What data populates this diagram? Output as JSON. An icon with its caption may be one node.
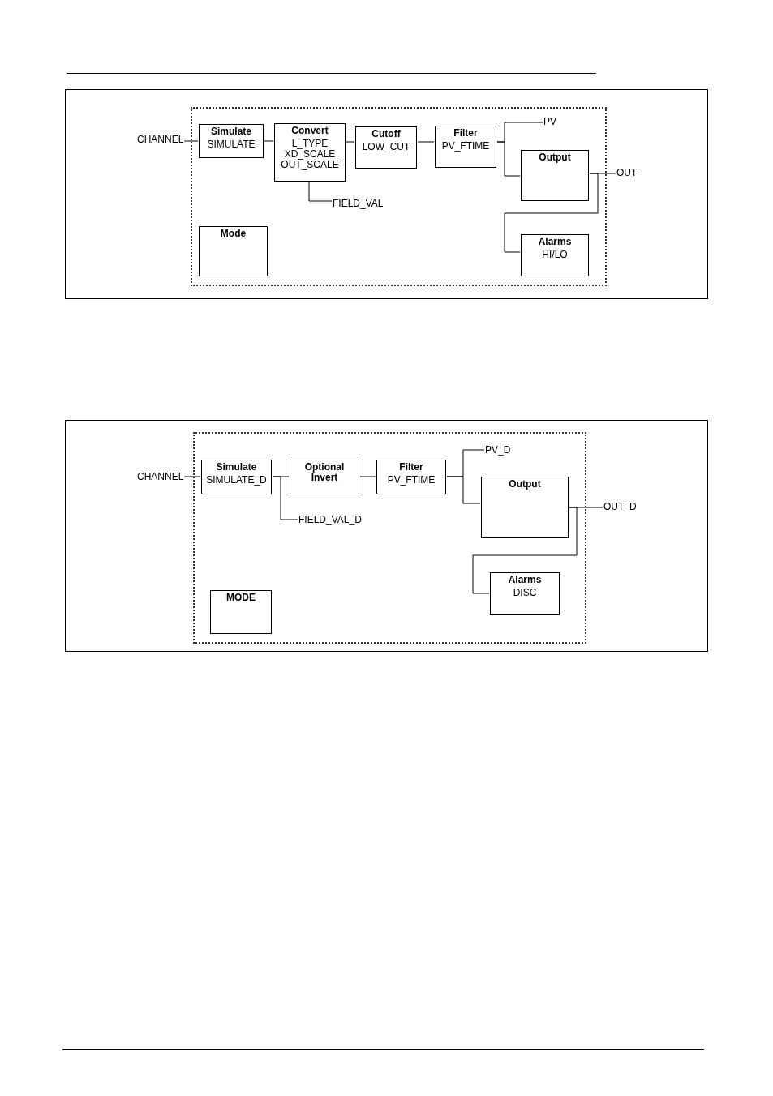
{
  "diagram": {
    "nodes": [
      {
        "text": [
          "CHANNEL"
        ]
      },
      {
        "text": [
          "Simulate",
          "SIMULATE"
        ]
      },
      {
        "text": [
          "Convert",
          "L_TYPE XD_SCALE OUT_SCALE"
        ]
      },
      {
        "text": [
          "Cutoff",
          "LOW_CUT"
        ]
      },
      {
        "text": [
          "Filter",
          "PV_FTIME"
        ]
      },
      {
        "text": [
          "PV"
        ]
      },
      {
        "text": [
          "Output"
        ]
      },
      {
        "text": [
          "OUT"
        ]
      },
      {
        "text": [
          "FIELD_VAL"
        ]
      },
      {
        "text": [
          "Mode"
        ]
      },
      {
        "text": [
          "Alarms",
          "HI/LO"
        ]
      },
      {
        "text": [
          "CHANNEL"
        ]
      },
      {
        "text": [
          "Simulate",
          "SIMULATE_D"
        ]
      },
      {
        "text": [
          "Optional Invert"
        ]
      },
      {
        "text": [
          "Filter",
          "PV_FTIME"
        ]
      },
      {
        "text": [
          "PV_D"
        ]
      },
      {
        "text": [
          "Output"
        ]
      },
      {
        "text": [
          "OUT_D"
        ]
      },
      {
        "text": [
          "FIELD_VAL_D"
        ]
      },
      {
        "text": [
          "MODE"
        ]
      },
      {
        "text": [
          "Alarms",
          "DISC"
        ]
      }
    ],
    "edges": [
      {
        "from": 0,
        "to": 1,
        "arrow": "none"
      },
      {
        "from": 1,
        "to": 2,
        "arrow": "none"
      },
      {
        "from": 2,
        "to": 3,
        "arrow": "none"
      },
      {
        "from": 2,
        "to": 8,
        "arrow": "none"
      },
      {
        "from": 3,
        "to": 4,
        "arrow": "none"
      },
      {
        "from": 4,
        "to": 5,
        "arrow": "none"
      },
      {
        "from": 4,
        "to": 6,
        "arrow": "none"
      },
      {
        "from": 6,
        "to": 7,
        "arrow": "none"
      },
      {
        "from": 6,
        "to": 10,
        "arrow": "none"
      },
      {
        "from": 11,
        "to": 12,
        "arrow": "none"
      },
      {
        "from": 12,
        "to": 13,
        "arrow": "none"
      },
      {
        "from": 12,
        "to": 18,
        "arrow": "none"
      },
      {
        "from": 13,
        "to": 14,
        "arrow": "none"
      },
      {
        "from": 14,
        "to": 15,
        "arrow": "none"
      },
      {
        "from": 14,
        "to": 16,
        "arrow": "none"
      },
      {
        "from": 16,
        "to": 17,
        "arrow": "none"
      },
      {
        "from": 16,
        "to": 20,
        "arrow": "none"
      }
    ]
  }
}
